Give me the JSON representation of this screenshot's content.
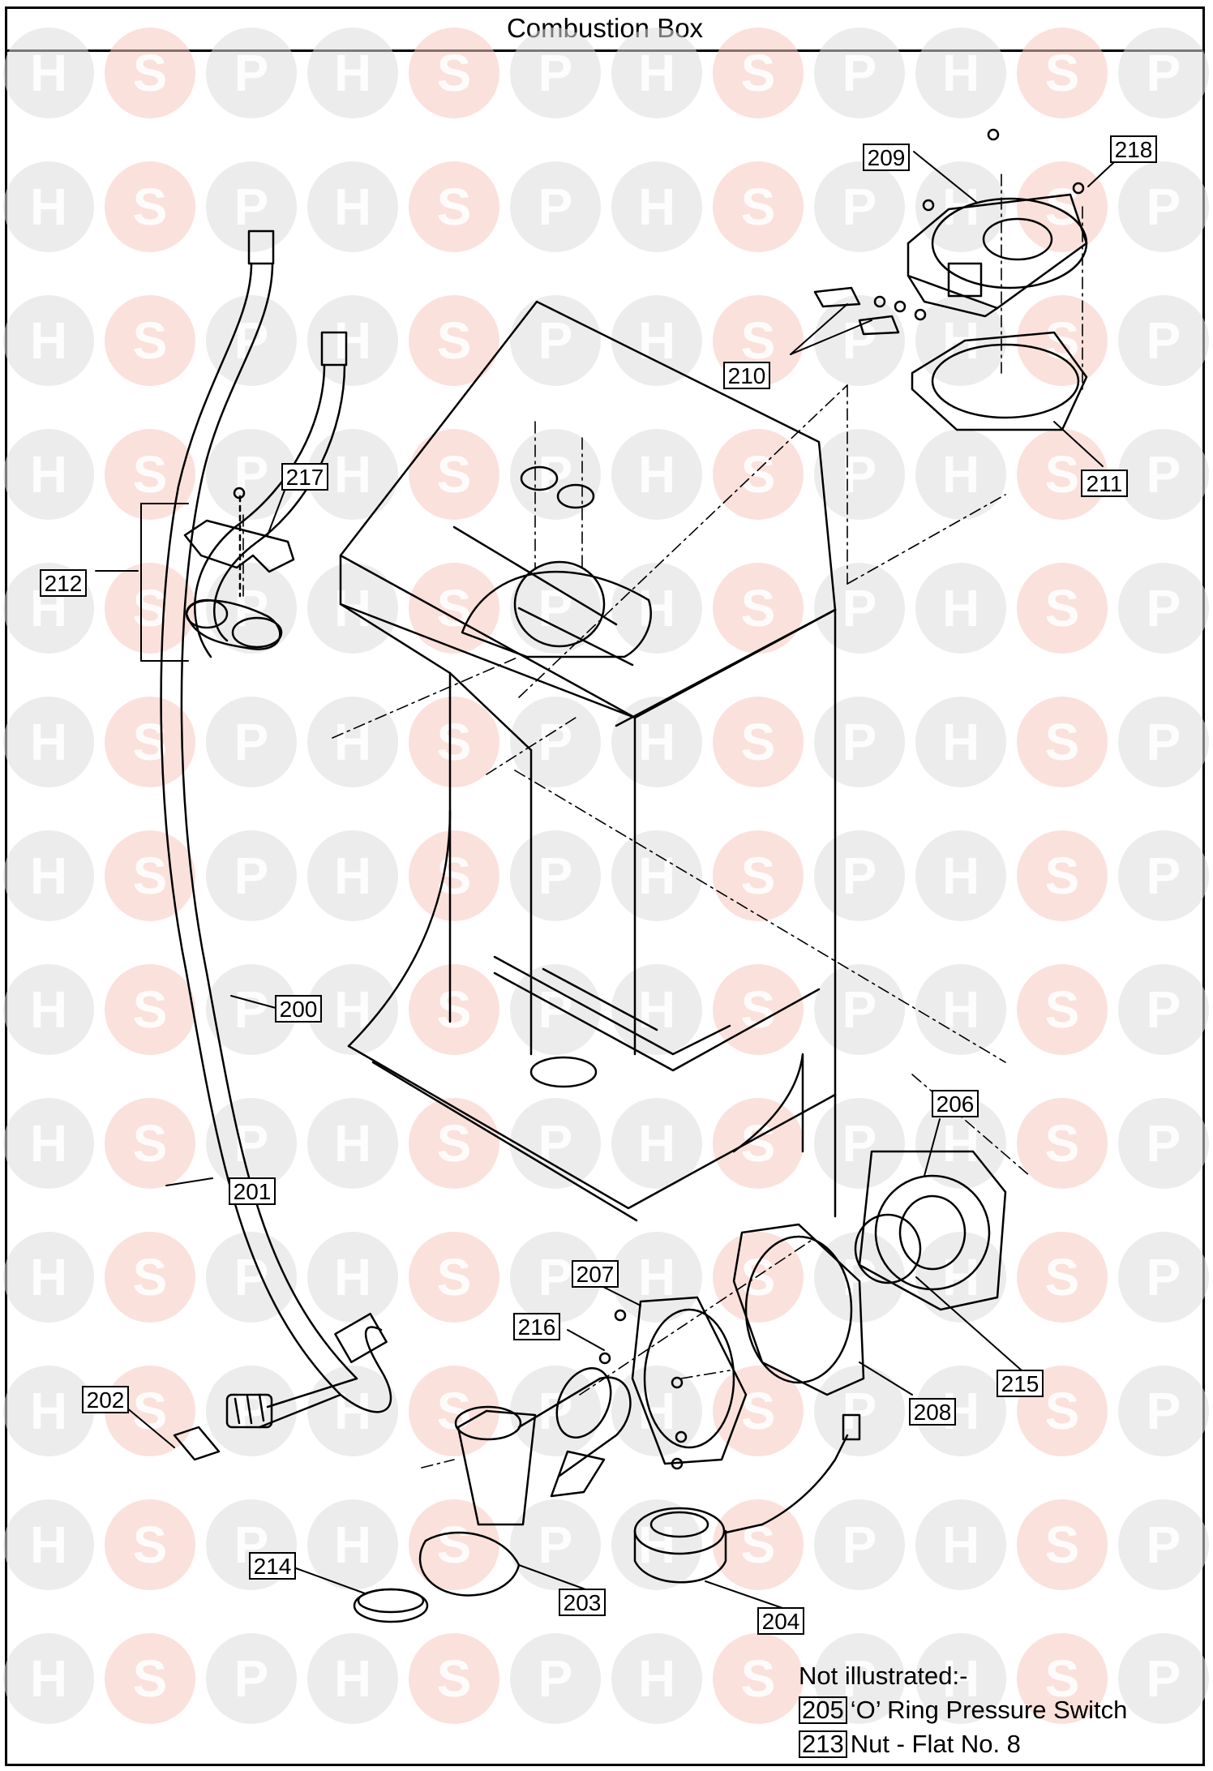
{
  "title": "Combustion Box",
  "watermark": {
    "letters": [
      "H",
      "S",
      "P"
    ],
    "color_hs": "#dcdcdc",
    "color_s": "#f6c8c0"
  },
  "labels": [
    "200",
    "201",
    "202",
    "203",
    "204",
    "206",
    "207",
    "208",
    "209",
    "210",
    "211",
    "212",
    "214",
    "215",
    "216",
    "217",
    "218"
  ],
  "not_illustrated": {
    "heading": "Not illustrated:-",
    "items": [
      {
        "number": "205",
        "description": "‘O’ Ring Pressure Switch"
      },
      {
        "number": "213",
        "description": "Nut - Flat No. 8"
      }
    ]
  }
}
